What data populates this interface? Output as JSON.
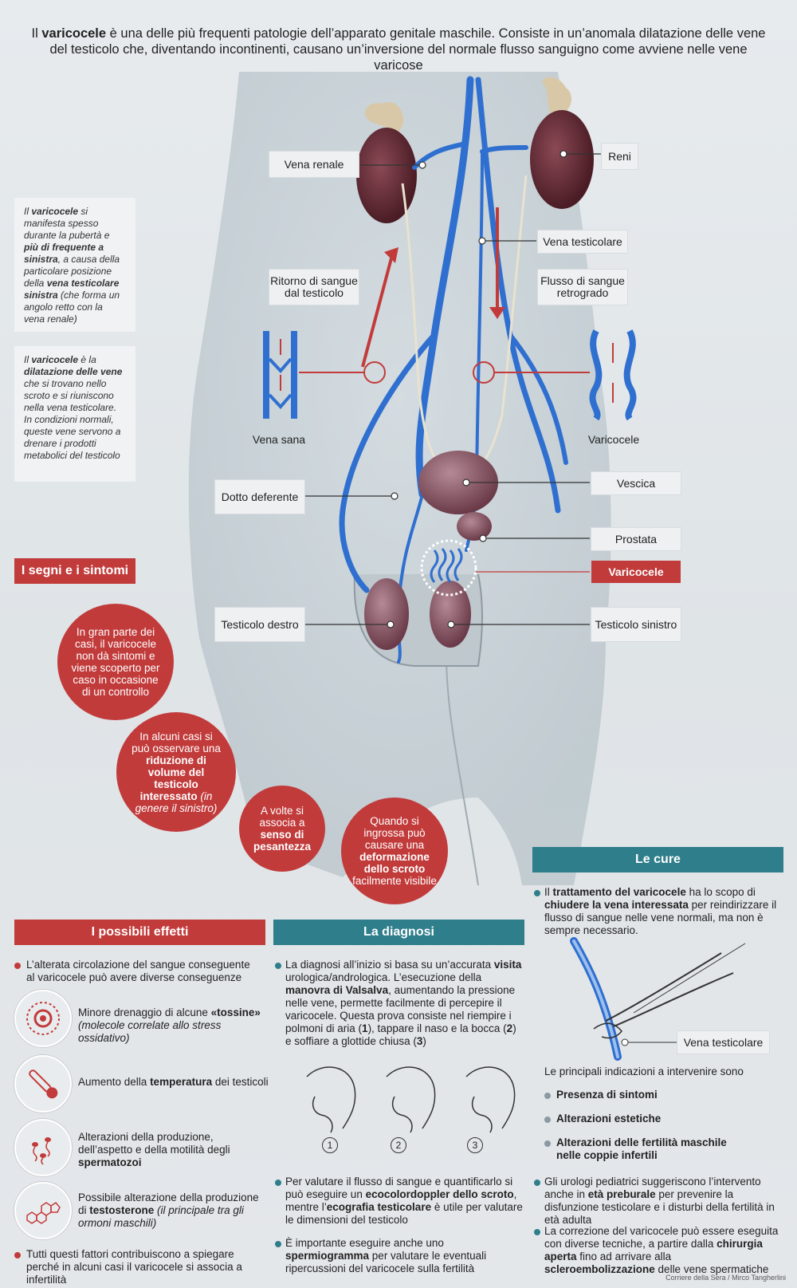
{
  "intro": {
    "p1": "Il ",
    "b1": "varicocele",
    "p2": " è una delle più frequenti patologie dell’apparato genitale maschile. Consiste in un’anomala dilatazione delle vene del testicolo che, diventando incontinenti, causano un’inversione del normale flusso sanguigno come avviene nelle vene varicose"
  },
  "labels": {
    "vena_renale": "Vena renale",
    "reni": "Reni",
    "vena_testicolare": "Vena testicolare",
    "ritorno": "Ritorno di sangue dal testicolo",
    "flusso": "Flusso di sangue retrogrado",
    "vena_sana": "Vena sana",
    "varicocele_side": "Varicocele",
    "dotto": "Dotto deferente",
    "vescica": "Vescica",
    "prostata": "Prostata",
    "varicocele": "Varicocele",
    "testicolo_destro": "Testicolo destro",
    "testicolo_sinistro": "Testicolo sinistro"
  },
  "side1": {
    "a": "Il ",
    "b": "varicocele",
    "c": " si manifesta spesso durante la pubertà e ",
    "d": "più di frequente a sinistra",
    "e": ", a causa della particolare posizione della ",
    "f": "vena testicolare sinistra",
    "g": " (che forma un angolo retto con la vena renale)"
  },
  "side2": {
    "a": "Il ",
    "b": "varicocele",
    "c": " è la ",
    "d": "dilatazione delle vene",
    "e": " che si trovano nello scroto e si riuniscono nella vena testicolare. In condizioni normali, queste vene servono a drenare i prodotti metabolici del testicolo"
  },
  "segni": {
    "title": "I segni e i sintomi",
    "c1": "In gran parte dei casi, il varicocele non dà sintomi e viene scoperto per caso in occasione di un controllo",
    "c2a": "In alcuni casi si può osservare una ",
    "c2b": "riduzione di volume del testicolo interessato",
    "c2c": " (in genere il sinistro)",
    "c3a": "A volte si associa a ",
    "c3b": "senso di pesantezza",
    "c4a": "Quando si ingrossa può causare una ",
    "c4b": "deformazione dello scroto",
    "c4c": " facilmente visibile"
  },
  "effetti": {
    "title": "I possibili effetti",
    "intro": "L’alterata circolazione del sangue conseguente al varicocele può avere diverse conseguenze",
    "i1a": "Minore drenaggio di alcune ",
    "i1b": "«tossine»",
    "i1c": " (molecole correlate allo stress ossidativo)",
    "i2a": "Aumento della ",
    "i2b": "temperatura",
    "i2c": " dei testicoli",
    "i3a": "Alterazioni della produzione, dell’aspetto e della motilità degli ",
    "i3b": "spermatozoi",
    "i4a": "Possibile alterazione della produzione di ",
    "i4b": "testosterone",
    "i4c": " (il principale tra gli ormoni maschili)",
    "outro": "Tutti questi fattori contribuiscono a spiegare perché in alcuni casi il varicocele si associa a infertilità"
  },
  "diagnosi": {
    "title": "La diagnosi",
    "p1a": "La diagnosi all’inizio si basa su un’accurata ",
    "p1b": "visita",
    "p1c": " urologica/andrologica. L’esecuzione della ",
    "p1d": "manovra di Valsalva",
    "p1e": ", aumentando la pressione nelle vene, permette facilmente di percepire il varicocele. Questa prova consiste nel riempire i polmoni di aria (",
    "n1": "1",
    "p1f": "), tappare il naso e la bocca (",
    "n2": "2",
    "p1g": ") e soffiare a glottide chiusa (",
    "n3": "3",
    "p1h": ")",
    "p2a": "Per valutare il flusso di sangue e quantificarlo si può eseguire un ",
    "p2b": "ecocolordoppler dello scroto",
    "p2c": ", mentre l’",
    "p2d": "ecografia testicolare",
    "p2e": " è utile per valutare le dimensioni del testicolo",
    "p3a": "È importante eseguire anche uno ",
    "p3b": "spermiogramma",
    "p3c": " per valutare le eventuali ripercussioni del varicocele sulla fertilità",
    "steps": [
      "1",
      "2",
      "3"
    ]
  },
  "cure": {
    "title": "Le cure",
    "p1a": "Il ",
    "p1b": "trattamento del varicocele",
    "p1c": " ha lo scopo di ",
    "p1d": "chiudere la vena interessata",
    "p1e": " per reindirizzare il flusso di sangue nelle vene normali, ma non è sempre necessario.",
    "vena_label": "Vena testicolare",
    "indic": "Le principali indicazioni a intervenire sono",
    "l1": "Presenza di sintomi",
    "l2": "Alterazioni estetiche",
    "l3": "Alterazioni delle fertilità maschile nelle coppie infertili",
    "p2a": "Gli urologi pediatrici suggeriscono l’intervento anche in ",
    "p2b": "età preburale",
    "p2c": " per prevenire la disfunzione testicolare e i disturbi della fertilità in età adulta",
    "p3a": "La correzione del varicocele può essere eseguita con diverse tecniche, a partire dalla ",
    "p3b": "chirurgia aperta",
    "p3c": " fino ad arrivare alla ",
    "p3d": "scleroembolizzazione",
    "p3e": " delle vene spermatiche"
  },
  "credit": "Corriere della Sera / Mirco Tangherlini",
  "colors": {
    "red": "#c23b3b",
    "teal": "#2f7e8b",
    "vein": "#2f6fd0"
  }
}
